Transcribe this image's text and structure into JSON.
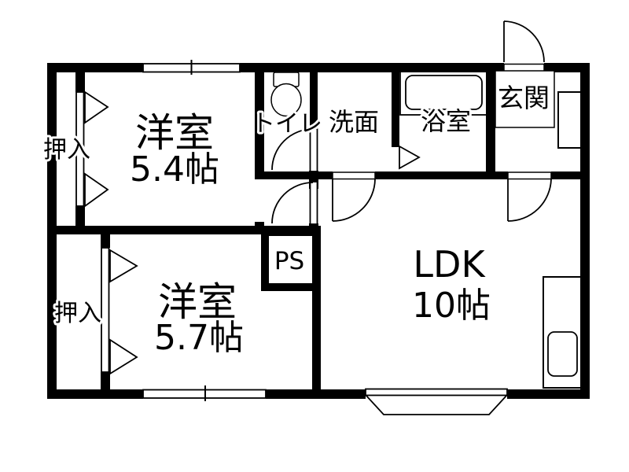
{
  "floorplan": {
    "type": "apartment-2LDK",
    "colors": {
      "wall": "#000000",
      "background": "#ffffff",
      "line": "#000000"
    },
    "labels": {
      "room54_name": "洋室",
      "room54_size": "5.4帖",
      "room57_name": "洋室",
      "room57_size": "5.7帖",
      "ldk_name": "LDK",
      "ldk_size": "10帖",
      "toilet": "トイレ",
      "washroom": "洗面",
      "bathroom": "浴室",
      "entrance": "玄関",
      "closet_upper": "押入",
      "closet_lower": "押入",
      "pipe_space": "PS"
    }
  }
}
